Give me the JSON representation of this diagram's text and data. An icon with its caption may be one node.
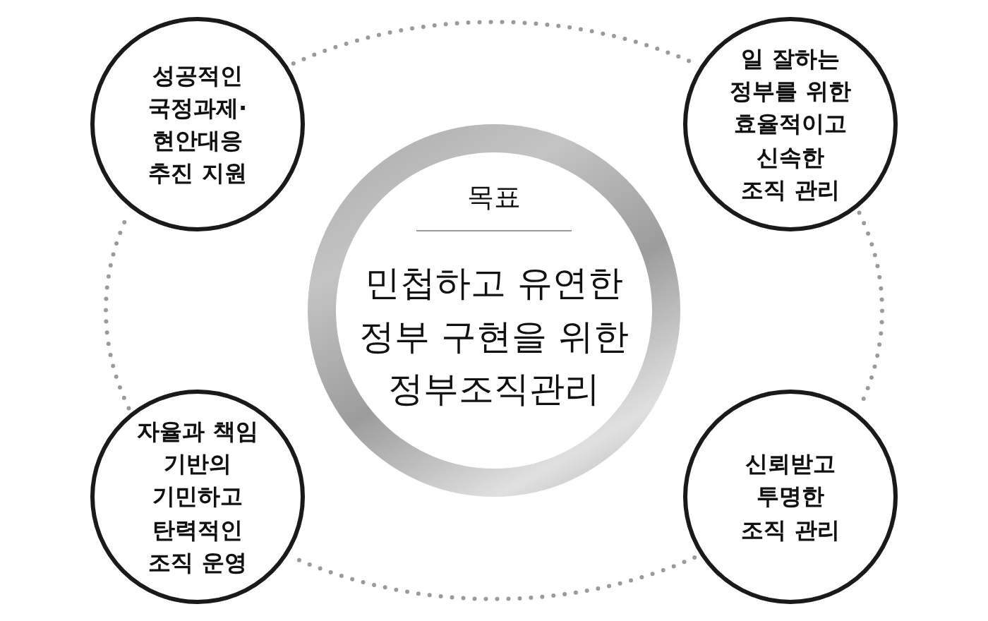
{
  "diagram": {
    "nodes": [
      {
        "text": [
          "성공적인 국정과제· 현안대응 추진 지원"
        ]
      },
      {
        "text": [
          "일 잘하는 정부를 위한 효율적이고 신속한 조직 관리"
        ]
      },
      {
        "text": [
          "목표",
          "민첩하고 유연한 정부 구현을 위한 정부조직관리"
        ]
      },
      {
        "text": [
          "자율과 책임 기반의 기민하고 탄력적인 조직 운영"
        ]
      },
      {
        "text": [
          "신뢰받고 투명한 조직 관리"
        ]
      }
    ],
    "edges": [
      {
        "from": 0,
        "to": 1,
        "arrow": "none",
        "style": "dashed"
      },
      {
        "from": 1,
        "to": 4,
        "arrow": "none",
        "style": "dashed"
      },
      {
        "from": 4,
        "to": 3,
        "arrow": "none",
        "style": "dashed"
      },
      {
        "from": 3,
        "to": 0,
        "arrow": "none",
        "style": "dashed"
      }
    ]
  }
}
